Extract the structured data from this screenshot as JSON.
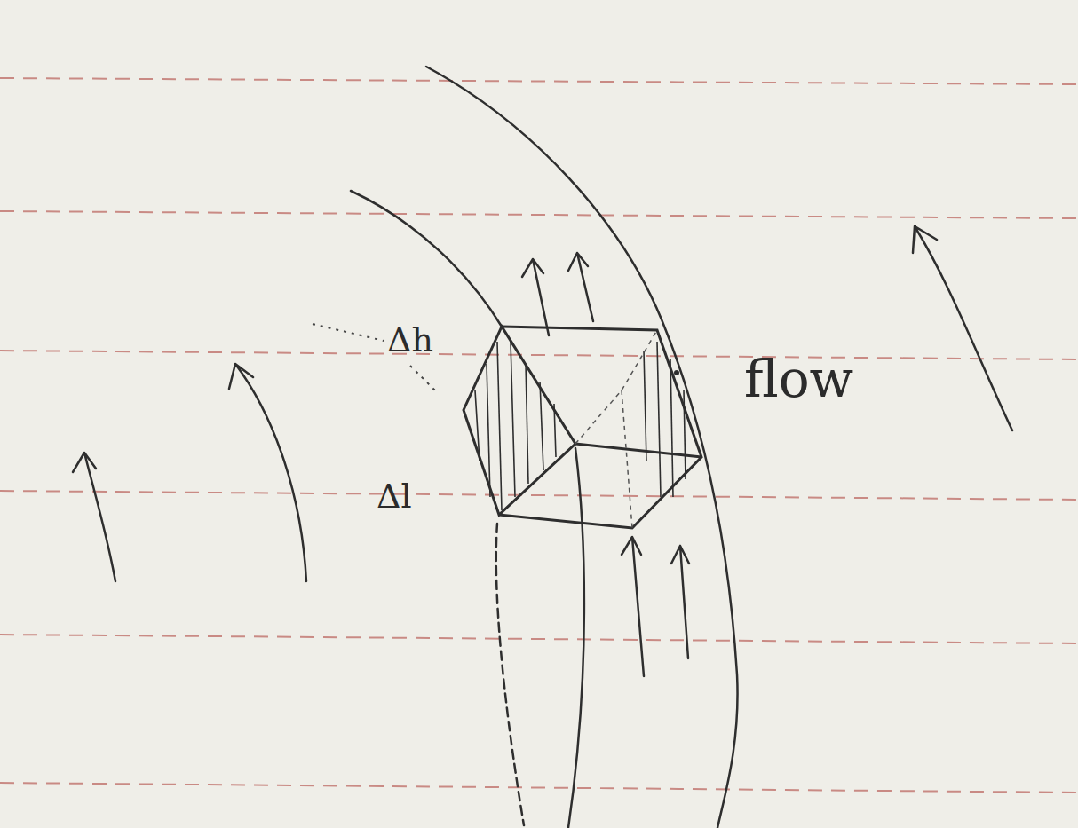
{
  "diagram": {
    "labels": [
      "Δh",
      "Δl",
      "flow"
    ]
  }
}
